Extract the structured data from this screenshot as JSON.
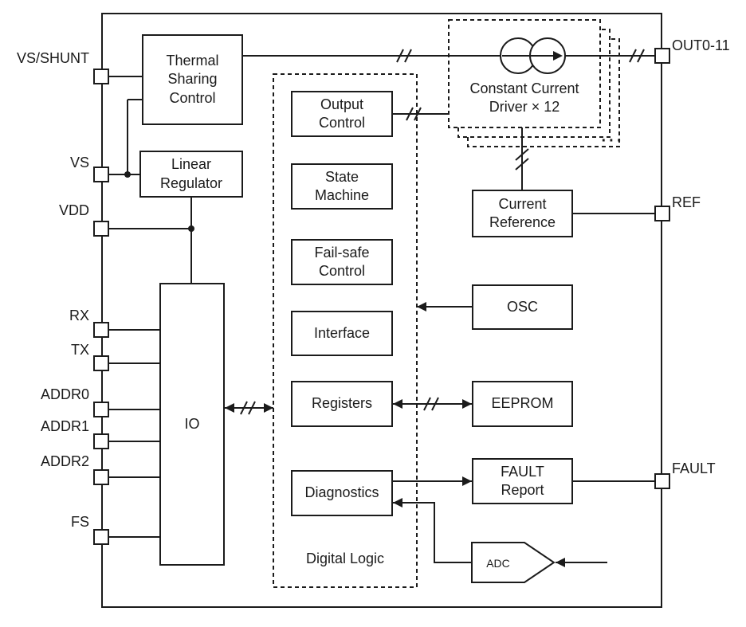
{
  "pins": {
    "left": [
      {
        "label": "VS/SHUNT"
      },
      {
        "label": "VS"
      },
      {
        "label": "VDD"
      },
      {
        "label": "RX"
      },
      {
        "label": "TX"
      },
      {
        "label": "ADDR0"
      },
      {
        "label": "ADDR1"
      },
      {
        "label": "ADDR2"
      },
      {
        "label": "FS"
      }
    ],
    "right": [
      {
        "label": "OUT0-11"
      },
      {
        "label": "REF"
      },
      {
        "label": "FAULT"
      }
    ]
  },
  "blocks": {
    "thermal": {
      "label": "Thermal\nSharing\nControl"
    },
    "linear": {
      "label": "Linear\nRegulator"
    },
    "io": {
      "label": "IO"
    },
    "output_control": {
      "label": "Output\nControl"
    },
    "state_machine": {
      "label": "State\nMachine"
    },
    "failsafe": {
      "label": "Fail-safe\nControl"
    },
    "interface": {
      "label": "Interface"
    },
    "registers": {
      "label": "Registers"
    },
    "diagnostics": {
      "label": "Diagnostics"
    },
    "digital_logic": {
      "label": "Digital Logic"
    },
    "constant_current_driver": {
      "label": "Constant Current\nDriver × 12"
    },
    "current_reference": {
      "label": "Current\nReference"
    },
    "osc": {
      "label": "OSC"
    },
    "eeprom": {
      "label": "EEPROM"
    },
    "fault_report": {
      "label": "FAULT\nReport"
    },
    "adc": {
      "label": "ADC"
    },
    "ellipsis": "···"
  },
  "colors": {
    "line": "#1b1b1b",
    "background": "#ffffff"
  }
}
